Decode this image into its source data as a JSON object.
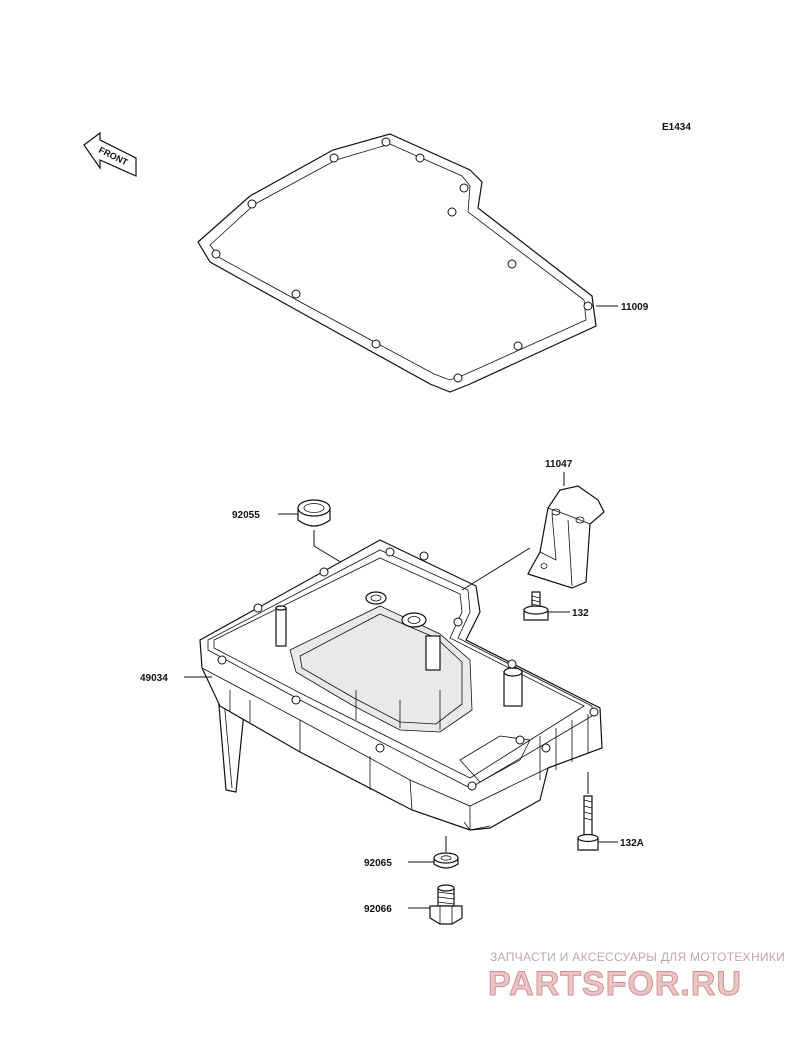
{
  "diagram": {
    "code": "E1434",
    "front_label": "FRONT",
    "callouts": {
      "gasket": "11009",
      "bracket": "11047",
      "seal": "92055",
      "bolt_small": "132",
      "oil_pan": "49034",
      "bolt_long": "132A",
      "washer": "92065",
      "drain_plug": "92066"
    }
  },
  "watermark": {
    "top_line": "ЗАПЧАСТИ И АКСЕССУАРЫ ДЛЯ МОТОТЕХНИКИ",
    "brand": "PARTSFOR.RU"
  }
}
